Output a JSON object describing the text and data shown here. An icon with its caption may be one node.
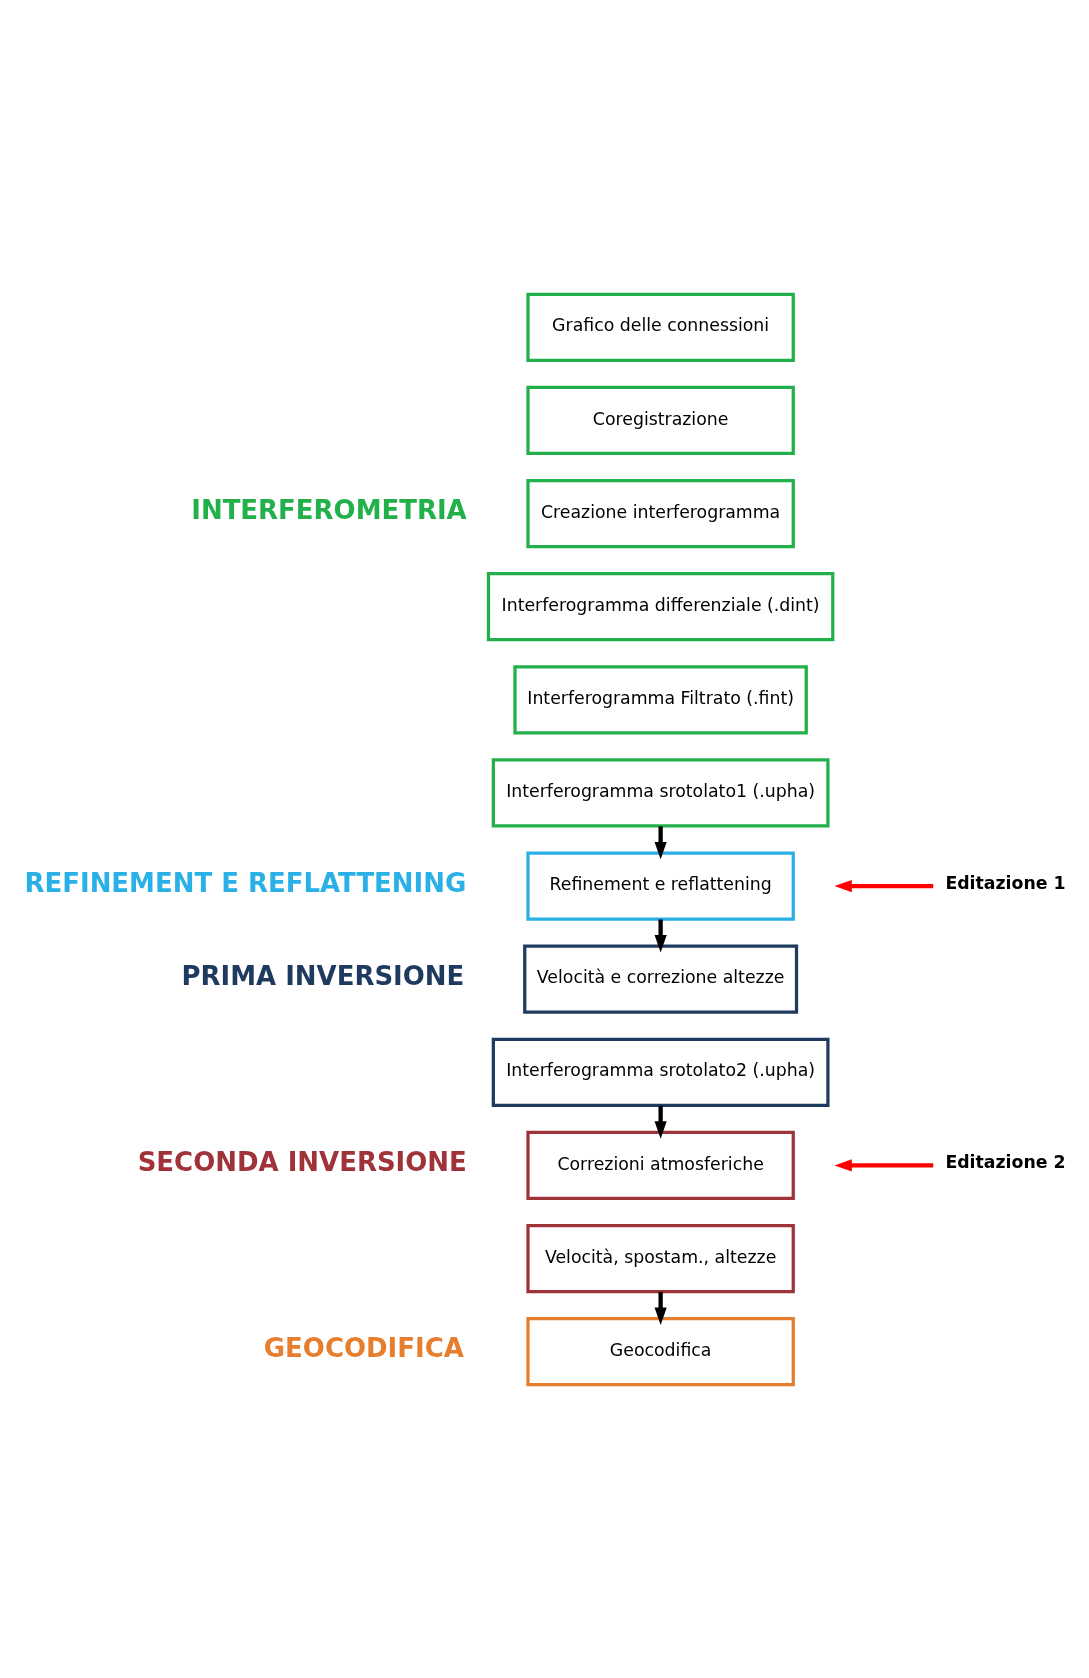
{
  "diagram": {
    "nodes": [
      {
        "text": [
          "Grafico delle connessioni"
        ]
      },
      {
        "text": [
          "Coregistrazione"
        ]
      },
      {
        "text": [
          "Creazione interferogramma"
        ]
      },
      {
        "text": [
          "Interferogramma differenziale (.dint)"
        ]
      },
      {
        "text": [
          "Interferogramma Filtrato (.fint)"
        ]
      },
      {
        "text": [
          "Interferogramma srotolato1 (.upha)"
        ]
      },
      {
        "text": [
          "Refinement e reflattening"
        ]
      },
      {
        "text": [
          "Velocità e correzione altezze"
        ]
      },
      {
        "text": [
          "Interferogramma srotolato2 (.upha)"
        ]
      },
      {
        "text": [
          "Correzioni atmosferiche"
        ]
      },
      {
        "text": [
          "Velocità, spostam., altezze"
        ]
      },
      {
        "text": [
          "Geocodifica"
        ]
      },
      {
        "text": [
          "Editazione 1"
        ]
      },
      {
        "text": [
          "Editazione 2"
        ]
      }
    ],
    "edges": [
      {
        "from": 5,
        "to": 6,
        "arrow": "to"
      },
      {
        "from": 12,
        "to": null,
        "arrow": "to",
        "color": "#ff0000"
      },
      {
        "from": 6,
        "to": 7,
        "arrow": "to"
      },
      {
        "from": 8,
        "to": 9,
        "arrow": "to"
      },
      {
        "from": 13,
        "to": null,
        "arrow": "to",
        "color": "#ff0000"
      },
      {
        "from": 10,
        "to": 11,
        "arrow": "to"
      }
    ],
    "labels": [
      "INTERFEROMETRIA",
      "REFINEMENT E REFLATTENING",
      "PRIMA INVERSIONE",
      "SECONDA INVERSIONE",
      "GEOCODIFICA"
    ]
  }
}
